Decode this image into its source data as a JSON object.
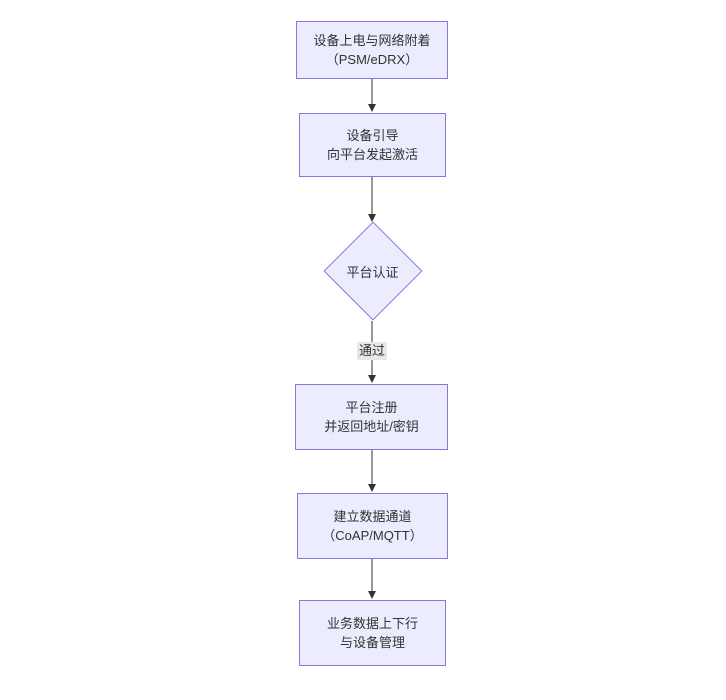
{
  "diagram": {
    "type": "flowchart",
    "direction": "top-down",
    "colors": {
      "background": "#ffffff",
      "node_fill": "#ECECFF",
      "node_border": "#9370DB",
      "line_color": "#333333",
      "text_color": "#333333",
      "edge_label_bg": "#e8e8e8"
    },
    "nodes": [
      {
        "id": "n1",
        "shape": "rect",
        "lines": [
          "设备上电与网络附着",
          "（PSM/eDRX）"
        ]
      },
      {
        "id": "n2",
        "shape": "rect",
        "lines": [
          "设备引导",
          "向平台发起激活"
        ]
      },
      {
        "id": "n3",
        "shape": "diamond",
        "lines": [
          "平台认证"
        ]
      },
      {
        "id": "n4",
        "shape": "rect",
        "lines": [
          "平台注册",
          "并返回地址/密钥"
        ]
      },
      {
        "id": "n5",
        "shape": "rect",
        "lines": [
          "建立数据通道",
          "（CoAP/MQTT）"
        ]
      },
      {
        "id": "n6",
        "shape": "rect",
        "lines": [
          "业务数据上下行",
          "与设备管理"
        ]
      }
    ],
    "edges": [
      {
        "from": "n1",
        "to": "n2",
        "label": ""
      },
      {
        "from": "n2",
        "to": "n3",
        "label": ""
      },
      {
        "from": "n3",
        "to": "n4",
        "label": "通过"
      },
      {
        "from": "n4",
        "to": "n5",
        "label": ""
      },
      {
        "from": "n5",
        "to": "n6",
        "label": ""
      }
    ]
  }
}
